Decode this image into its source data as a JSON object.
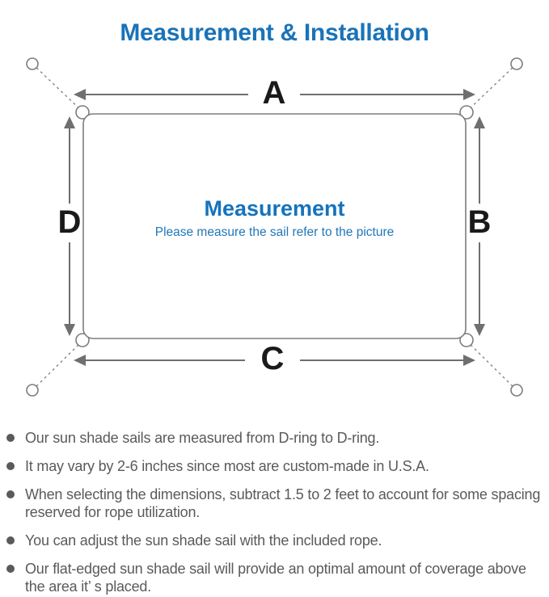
{
  "title": "Measurement & Installation",
  "diagram": {
    "labels": {
      "top": "A",
      "right": "B",
      "bottom": "C",
      "left": "D"
    },
    "center": {
      "heading": "Measurement",
      "subheading": "Please measure the sail refer to the picture"
    }
  },
  "notes": [
    "Our sun shade sails are measured from D-ring to D-ring.",
    "It may vary by 2-6 inches since most are custom-made in U.S.A.",
    "When selecting the dimensions, subtract 1.5 to 2 feet to account for some spacing reserved for rope utilization.",
    "You can adjust the sun shade sail with the included rope.",
    "Our flat-edged sun shade sail will provide an optimal amount of coverage above the area it’ s placed."
  ],
  "colors": {
    "title_blue": "#1a73b8",
    "center_blue": "#1473bd",
    "subtitle_blue": "#2277b8",
    "text_gray": "#5a5a5a",
    "line_gray": "#6f6f6f",
    "outline_gray": "#7d7d7d",
    "label_black": "#1a1a1a"
  }
}
